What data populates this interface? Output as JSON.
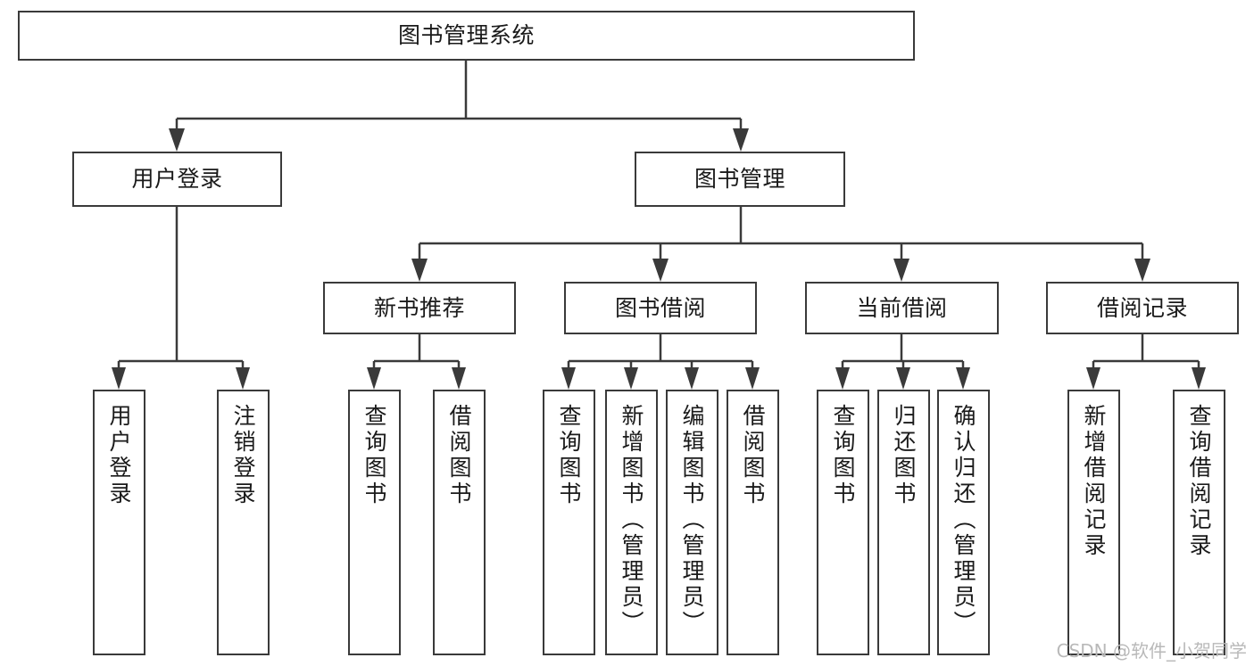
{
  "diagram": {
    "type": "tree",
    "title": "图书管理系统",
    "root": {
      "id": "root",
      "label": "图书管理系统"
    },
    "level2": [
      {
        "id": "user-login",
        "label": "用户登录"
      },
      {
        "id": "book-management",
        "label": "图书管理"
      }
    ],
    "level3": [
      {
        "id": "new-book-recommend",
        "label": "新书推荐"
      },
      {
        "id": "book-borrow",
        "label": "图书借阅"
      },
      {
        "id": "current-borrow",
        "label": "当前借阅"
      },
      {
        "id": "borrow-record",
        "label": "借阅记录"
      }
    ],
    "leaves": {
      "user_login": [
        {
          "id": "leaf-user-login",
          "label": "用户登录"
        },
        {
          "id": "leaf-logout-login",
          "label": "注销登录"
        }
      ],
      "new_book_recommend": [
        {
          "id": "leaf-query-book-1",
          "label": "查询图书"
        },
        {
          "id": "leaf-borrow-book-1",
          "label": "借阅图书"
        }
      ],
      "book_borrow": [
        {
          "id": "leaf-query-book-2",
          "label": "查询图书"
        },
        {
          "id": "leaf-add-book",
          "label": "新增图书（管理员）"
        },
        {
          "id": "leaf-edit-book",
          "label": "编辑图书（管理员）"
        },
        {
          "id": "leaf-borrow-book-2",
          "label": "借阅图书"
        }
      ],
      "current_borrow": [
        {
          "id": "leaf-query-book-3",
          "label": "查询图书"
        },
        {
          "id": "leaf-return-book",
          "label": "归还图书"
        },
        {
          "id": "leaf-confirm-return",
          "label": "确认归还（管理员）"
        }
      ],
      "borrow_record": [
        {
          "id": "leaf-add-borrow-record",
          "label": "新增借阅记录"
        },
        {
          "id": "leaf-query-borrow-record",
          "label": "查询借阅记录"
        }
      ]
    },
    "colors": {
      "stroke": "#3a3a3a",
      "fill": "#ffffff",
      "text": "#1a1a1a",
      "watermark": "#b9b9b9"
    }
  },
  "watermark": {
    "text": "CSDN @软件_小贺同学"
  }
}
